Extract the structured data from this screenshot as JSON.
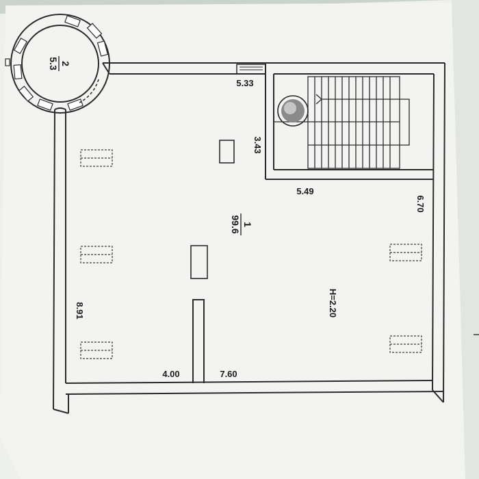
{
  "rooms": {
    "main": {
      "number": "1",
      "area": "99.6"
    },
    "tower": {
      "number": "2",
      "area": "5.3"
    }
  },
  "dimensions": {
    "top_wall": "5.33",
    "stair_height": "3.43",
    "stair_width": "5.49",
    "right_wall": "6.70",
    "left_wall": "8.91",
    "bottom_left": "4.00",
    "bottom_right": "7.60"
  },
  "ceiling_height": "H=2.20",
  "colors": {
    "paper": "#f1f2ef",
    "line": "#2a2a2a",
    "background": "#c9d3cc"
  }
}
